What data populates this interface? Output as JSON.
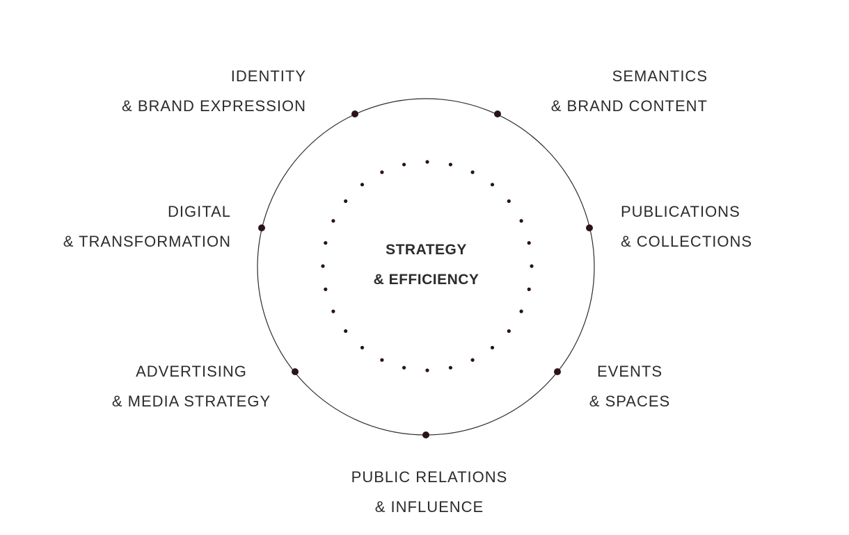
{
  "center": {
    "line1": "STRATEGY",
    "line2": "& EFFICIENCY"
  },
  "nodes": [
    {
      "line1": "IDENTITY",
      "line2": "& BRAND EXPRESSION"
    },
    {
      "line1": "SEMANTICS",
      "line2": "& BRAND CONTENT"
    },
    {
      "line1": "DIGITAL",
      "line2": "& TRANSFORMATION"
    },
    {
      "line1": "PUBLICATIONS",
      "line2": "& COLLECTIONS"
    },
    {
      "line1": "ADVERTISING",
      "line2": "& MEDIA STRATEGY"
    },
    {
      "line1": "EVENTS",
      "line2": "& SPACES"
    },
    {
      "line1": "PUBLIC RELATIONS",
      "line2": "& INFLUENCE"
    }
  ],
  "colors": {
    "line": "#2b2b2b",
    "dot": "#2a1416",
    "text": "#2b2b2b"
  }
}
